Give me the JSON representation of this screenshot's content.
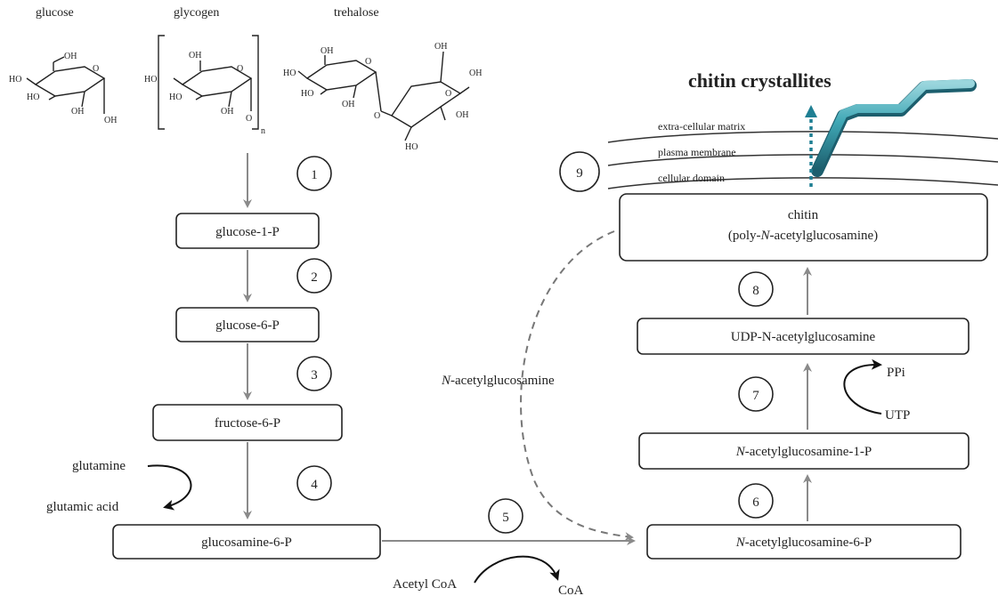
{
  "sources": {
    "glucose": "glucose",
    "glycogen": "glycogen",
    "trehalose": "trehalose"
  },
  "atoms": {
    "OH": "OH",
    "HO": "HO",
    "O": "O",
    "n": "n"
  },
  "pathway": {
    "glucose_1_p": "glucose-1-P",
    "glucose_6_p": "glucose-6-P",
    "fructose_6_p": "fructose-6-P",
    "glucosamine_6_p": "glucosamine-6-P",
    "nag_6_p_prefix": "N",
    "nag_6_p_rest": "-acetylglucosamine-6-P",
    "nag_1_p_prefix": "N",
    "nag_1_p_rest": "-acetylglucosamine-1-P",
    "udp_nag": "UDP-N-acetylglucosamine",
    "chitin_line1": "chitin",
    "chitin_line2_a": "(poly-",
    "chitin_line2_b": "N",
    "chitin_line2_c": "-acetylglucosamine)"
  },
  "steps": [
    "1",
    "2",
    "3",
    "4",
    "5",
    "6",
    "7",
    "8",
    "9"
  ],
  "cofactors": {
    "glutamine": "glutamine",
    "glutamic_acid": "glutamic acid",
    "acetyl_coa": "Acetyl CoA",
    "coa": "CoA",
    "ppi": "PPi",
    "utp": "UTP",
    "nag_prefix": "N",
    "nag_rest": "-acetylglucosamine"
  },
  "membrane": {
    "ecm": "extra-cellular matrix",
    "plasma": "plasma membrane",
    "cellular": "cellular domain"
  },
  "crystallites": {
    "label": "chitin crystallites",
    "color": "#1f6f86",
    "fiber_color": "#3fa7b5"
  }
}
